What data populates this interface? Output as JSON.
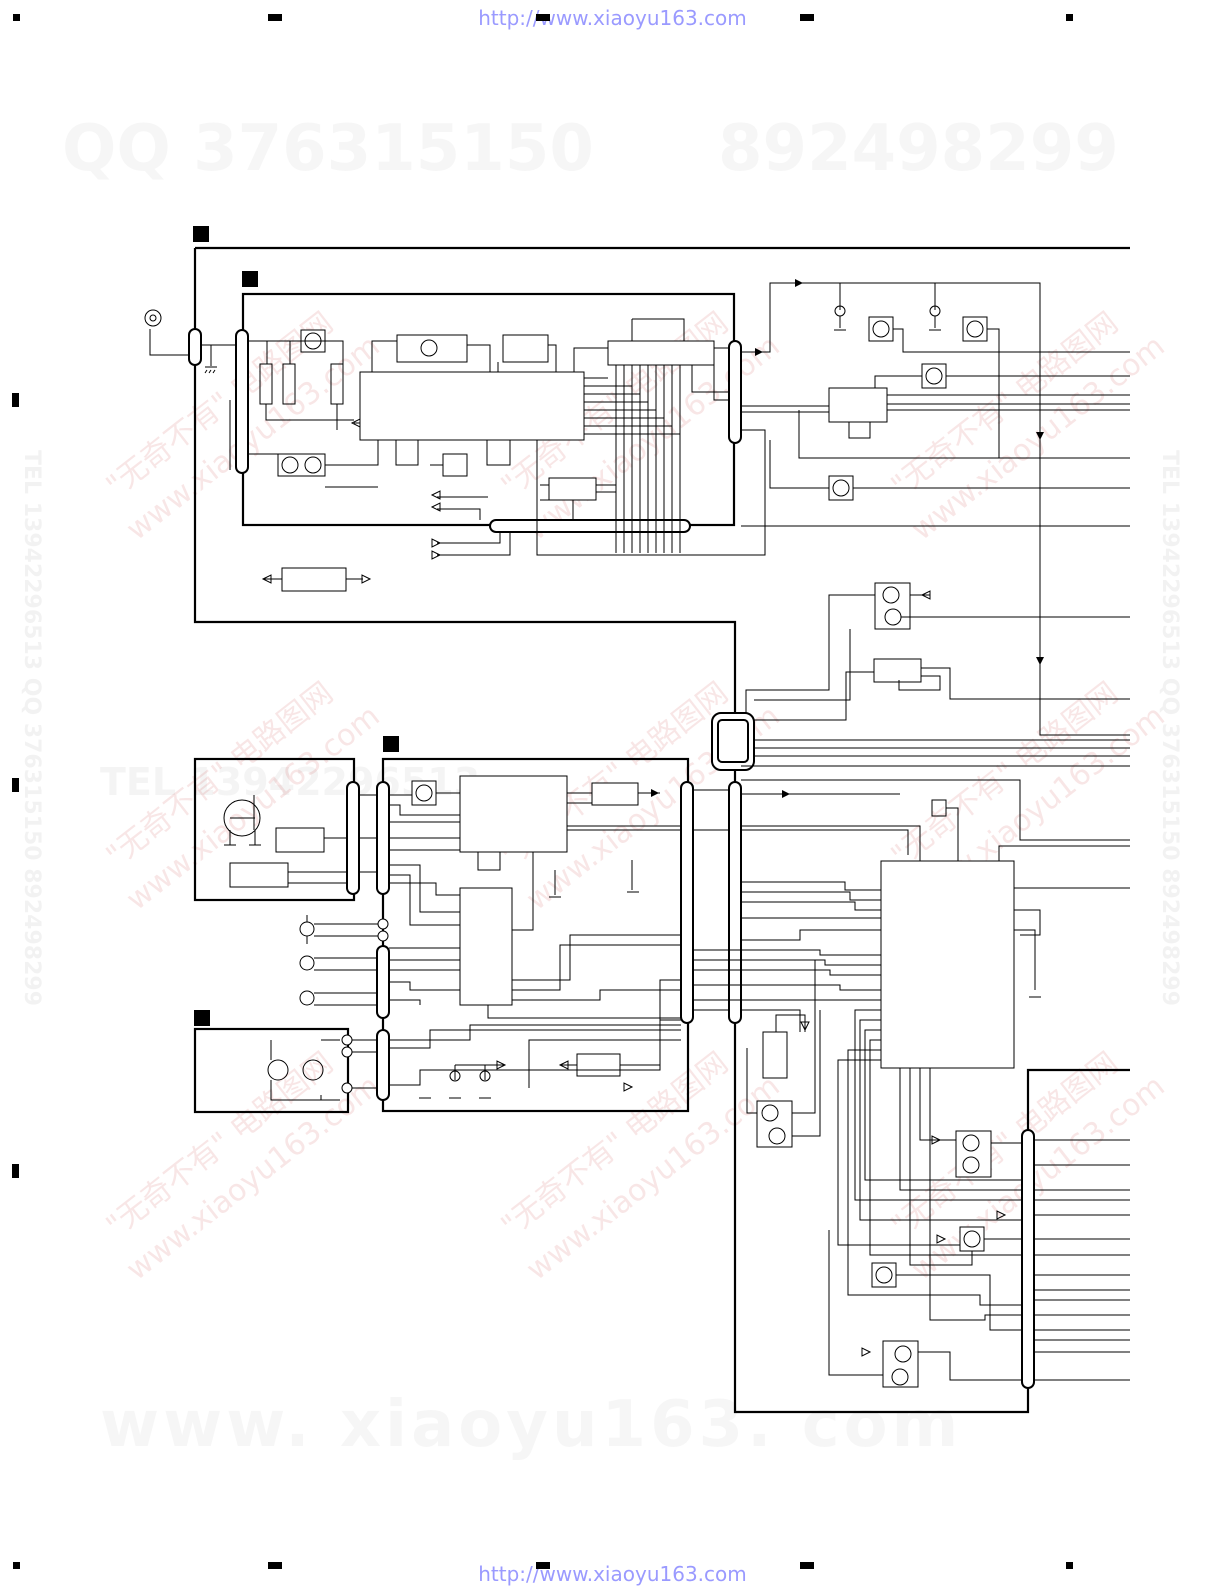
{
  "page": {
    "url_top": "http://www.xiaoyu163.com",
    "url_bottom": "http://www.xiaoyu163.com"
  },
  "watermarks": {
    "qq_left": "QQ 376315150",
    "qq_right": "892498299",
    "www": "www. xiaoyu163. com",
    "tel_vertical": "TEL 13942296513  QQ 376315150  892498299",
    "tel_horizontal": "TEL 13942296513",
    "slogan": "\"无奇不有\" 电路图网",
    "site": "www.xiaoyu163.com"
  },
  "colors": {
    "line": "#000000",
    "url_text": "#9a9aff",
    "watermark_red": "#c83c3c"
  }
}
